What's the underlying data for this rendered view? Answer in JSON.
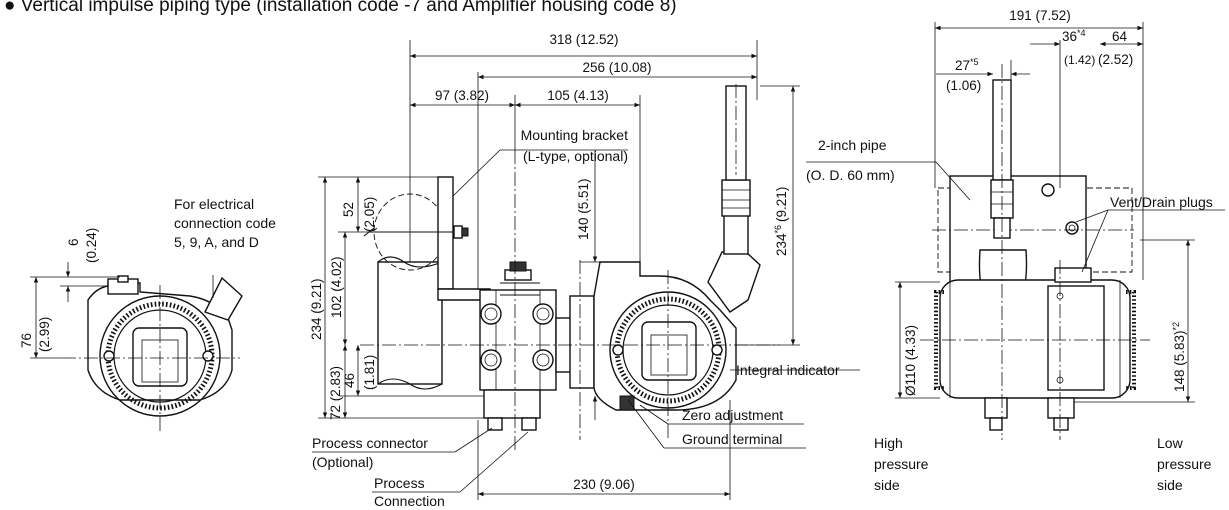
{
  "heading": "● Vertical impulse piping type (installation code -7 and Amplifier housing code 8)",
  "left_view": {
    "label_line1": "For electrical",
    "label_line2": "connection code",
    "label_line3": "5, 9, A, and D",
    "dim_6": "6",
    "dim_6_in": "(0.24)",
    "dim_76": "76",
    "dim_76_in": "(2.99)"
  },
  "center_view": {
    "dim_318": "318 (12.52)",
    "dim_256": "256 (10.08)",
    "dim_97": "97 (3.82)",
    "dim_105": "105 (4.13)",
    "dim_52": "52",
    "dim_52_in": "(2.05)",
    "dim_234": "234 (9.21)",
    "dim_102": "102 (4.02)",
    "dim_46": "46",
    "dim_46_in": "(1.81)",
    "dim_72": "72 (2.83)",
    "dim_140": "140 (5.51)",
    "dim_234_6": "234",
    "dim_234_6_sup": "*6",
    "dim_234_6_in": "(9.21)",
    "dim_230": "230 (9.06)",
    "mounting_bracket": "Mounting bracket",
    "mounting_bracket_sub": "(L-type, optional)",
    "integral_indicator": "Integral indicator",
    "zero_adjustment": "Zero adjustment",
    "ground_terminal": "Ground terminal",
    "process_connector": "Process connector",
    "process_connector_sub": "(Optional)",
    "process": "Process",
    "connection": "Connection"
  },
  "right_view": {
    "dim_191": "191 (7.52)",
    "dim_36": "36",
    "dim_36_sup": "*4",
    "dim_36_in": "(1.42)",
    "dim_64": "64",
    "dim_64_in": "(2.52)",
    "dim_27": "27",
    "dim_27_sup": "*5",
    "dim_27_in": "(1.06)",
    "pipe_label": "2-inch pipe",
    "pipe_sub": "(O. D. 60 mm)",
    "vent_drain": "Vent/Drain plugs",
    "dim_110": "Ø110 (4.33)",
    "dim_148": "148 (5.83)",
    "dim_148_sup": "*2",
    "high_1": "High",
    "high_2": "pressure",
    "high_3": "side",
    "low_1": "Low",
    "low_2": "pressure",
    "low_3": "side"
  }
}
